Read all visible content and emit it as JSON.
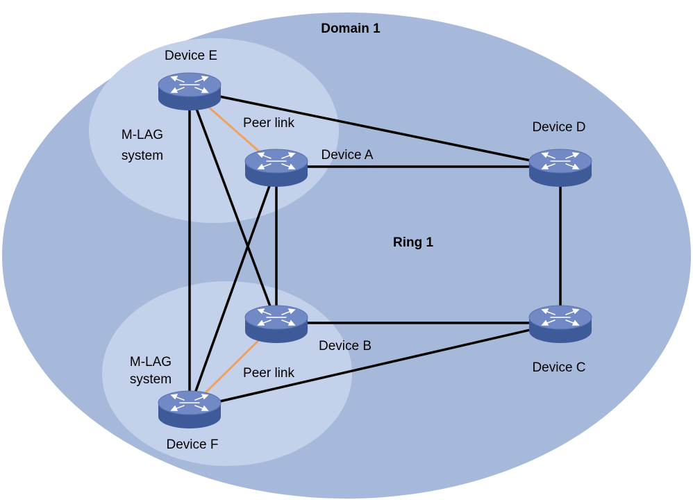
{
  "domain_label": "Domain 1",
  "ring_label": "Ring 1",
  "mlag_groups": [
    {
      "id": "top",
      "line1": "M-LAG",
      "line2": "system",
      "peer_link_label": "Peer link"
    },
    {
      "id": "bottom",
      "line1": "M-LAG",
      "line2": "system",
      "peer_link_label": "Peer link"
    }
  ],
  "devices": [
    {
      "id": "E",
      "label": "Device E",
      "icon": "switch-icon"
    },
    {
      "id": "A",
      "label": "Device A",
      "icon": "switch-icon"
    },
    {
      "id": "D",
      "label": "Device D",
      "icon": "switch-icon"
    },
    {
      "id": "B",
      "label": "Device B",
      "icon": "switch-icon"
    },
    {
      "id": "C",
      "label": "Device C",
      "icon": "switch-icon"
    },
    {
      "id": "F",
      "label": "Device F",
      "icon": "switch-icon"
    }
  ],
  "links": [
    {
      "from": "E",
      "to": "D",
      "type": "ethernet"
    },
    {
      "from": "E",
      "to": "B",
      "type": "ethernet"
    },
    {
      "from": "E",
      "to": "F",
      "type": "ethernet"
    },
    {
      "from": "A",
      "to": "D",
      "type": "ethernet"
    },
    {
      "from": "A",
      "to": "B",
      "type": "ethernet"
    },
    {
      "from": "A",
      "to": "F",
      "type": "ethernet"
    },
    {
      "from": "D",
      "to": "C",
      "type": "ethernet"
    },
    {
      "from": "B",
      "to": "C",
      "type": "ethernet"
    },
    {
      "from": "F",
      "to": "C",
      "type": "ethernet"
    },
    {
      "from": "E",
      "to": "A",
      "type": "peer-link"
    },
    {
      "from": "F",
      "to": "B",
      "type": "peer-link"
    }
  ],
  "colors": {
    "domain_fill": "#a6b9db",
    "mlag_fill": "#c4d1ea",
    "ethernet_link": "#000000",
    "peer_link": "#f0a060",
    "switch_body": "#4f6aa8",
    "switch_top": "#7189c4",
    "switch_arrows": "#ffffff"
  }
}
